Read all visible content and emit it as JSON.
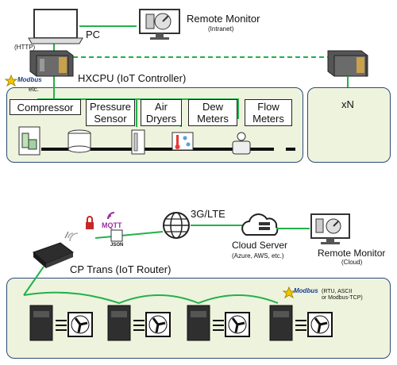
{
  "top": {
    "pc_label": "PC",
    "http_label": "(HTTP)",
    "remote_monitor_title": "Remote Monitor",
    "remote_monitor_sub": "(Intranet)",
    "controller_label": "HXCPU (IoT Controller)",
    "modbus_badge": "Modbus",
    "etc_label": "etc.",
    "xn_label": "xN",
    "devices": [
      {
        "label": "Compressor"
      },
      {
        "label": "Pressure Sensor"
      },
      {
        "label": "Air Dryers"
      },
      {
        "label": "Dew Meters"
      },
      {
        "label": "Flow Meters"
      }
    ]
  },
  "bottom": {
    "mqtt_label": "MQTT",
    "json_label": "JSON",
    "network_label": "3G/LTE",
    "cloud_title": "Cloud Server",
    "cloud_sub": "(Azure, AWS, etc.)",
    "remote_monitor_title": "Remote Monitor",
    "remote_monitor_sub": "(Cloud)",
    "router_label": "CP Trans (IoT Router)",
    "modbus_badge": "Modbus",
    "modbus_sub": "(RTU, ASCII\nor Modbus-TCP)"
  },
  "colors": {
    "link_green": "#22b14c",
    "panel_fill": "#eef3dd",
    "panel_border": "#2a4a7a",
    "pipe": "#111111",
    "mqtt_purple": "#9b2fa0"
  }
}
